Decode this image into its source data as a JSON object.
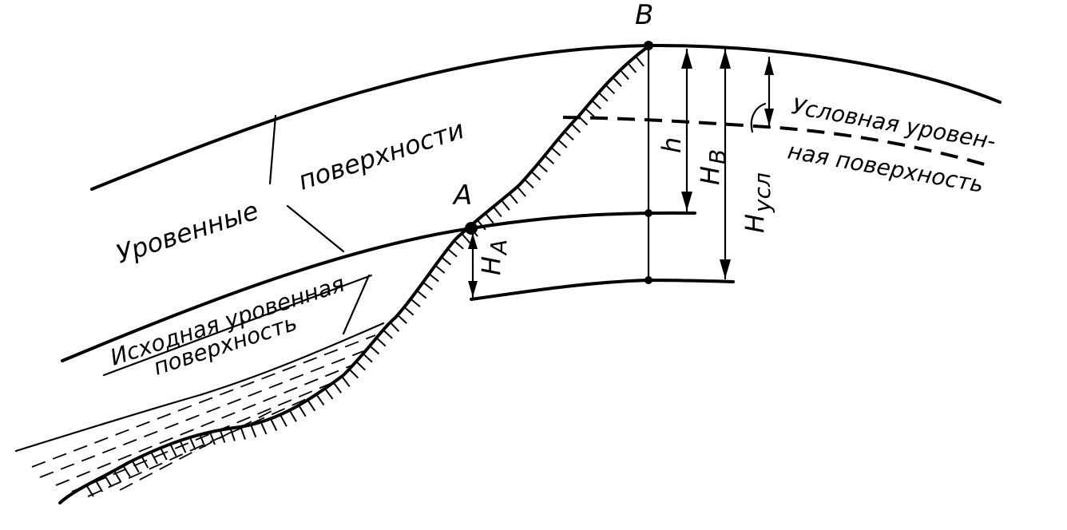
{
  "colors": {
    "ink": "#000000",
    "background": "#ffffff"
  },
  "labels": {
    "point_a": "A",
    "point_b": "B",
    "h": "h",
    "h_b": "H",
    "h_b_sub": "B",
    "h_a": "H",
    "h_a_sub": "A",
    "h_usl": "H",
    "h_usl_sub": "усл",
    "level_surfaces_line1": "Уровенные",
    "level_surfaces_line2": "поверхности",
    "conditional_line1": "Условная уровен-",
    "conditional_line2": "ная поверхность",
    "origin_line1": "Исходная уровенная",
    "origin_line2": "поверхность"
  }
}
